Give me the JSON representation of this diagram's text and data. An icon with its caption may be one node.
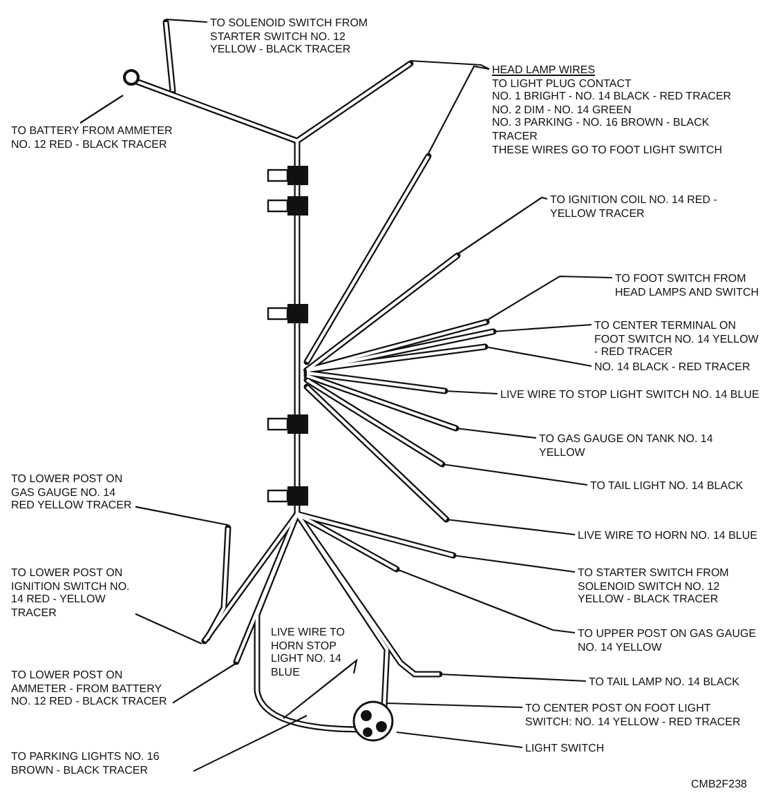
{
  "diagram": {
    "nodes": [
      {
        "text": [
          "TO SOLENOID SWITCH FROM STARTER SWITCH NO. 12 YELLOW - BLACK TRACER"
        ]
      },
      {
        "text": [
          "HEAD LAMP WIRES",
          "TO LIGHT PLUG CONTACT",
          "NO. 1 BRIGHT - NO. 14 BLACK - RED TRACER",
          "NO. 2 DIM - NO. 14 GREEN",
          "NO. 3 PARKING - NO. 16 BROWN - BLACK TRACER",
          "THESE WIRES GO TO FOOT LIGHT SWITCH"
        ]
      },
      {
        "text": [
          "TO BATTERY FROM AMMETER NO. 12 RED - BLACK TRACER"
        ]
      },
      {
        "text": [
          "TO IGNITION COIL NO. 14 RED - YELLOW TRACER"
        ]
      },
      {
        "text": [
          "TO FOOT SWITCH FROM HEAD LAMPS AND SWITCH"
        ]
      },
      {
        "text": [
          "TO CENTER TERMINAL ON FOOT SWITCH NO. 14 YELLOW - RED TRACER"
        ]
      },
      {
        "text": [
          "NO. 14 BLACK - RED TRACER"
        ]
      },
      {
        "text": [
          "LIVE WIRE TO STOP LIGHT SWITCH NO. 14 BLUE"
        ]
      },
      {
        "text": [
          "TO GAS GAUGE ON TANK NO. 14 YELLOW"
        ]
      },
      {
        "text": [
          "TO LOWER POST ON GAS GAUGE NO. 14 RED YELLOW TRACER"
        ]
      },
      {
        "text": [
          "TO TAIL LIGHT NO. 14 BLACK"
        ]
      },
      {
        "text": [
          "LIVE WIRE TO HORN NO. 14 BLUE"
        ]
      },
      {
        "text": [
          "TO LOWER POST ON IGNITION SWITCH NO. 14 RED - YELLOW TRACER"
        ]
      },
      {
        "text": [
          "TO STARTER SWITCH FROM SOLENOID SWITCH NO. 12 YELLOW - BLACK TRACER"
        ]
      },
      {
        "text": [
          "TO LOWER POST ON AMMETER - FROM BATTERY NO. 12 RED - BLACK TRACER"
        ]
      },
      {
        "text": [
          "TO UPPER POST ON GAS GAUGE NO. 14 YELLOW"
        ]
      },
      {
        "text": [
          "LIVE WIRE TO HORN STOP LIGHT NO. 14 BLUE"
        ]
      },
      {
        "text": [
          "TO TAIL LAMP NO. 14 BLACK"
        ]
      },
      {
        "text": [
          "TO CENTER POST ON FOOT LIGHT SWITCH: NO. 14 YELLOW - RED TRACER"
        ]
      },
      {
        "text": [
          "TO PARKING LIGHTS NO. 16 BROWN - BLACK TRACER"
        ]
      },
      {
        "text": [
          "LIGHT SWITCH"
        ]
      }
    ],
    "edges": [
      {
        "from": 0,
        "to": null,
        "arrow": "none"
      },
      {
        "from": 1,
        "to": null,
        "arrow": "none"
      },
      {
        "from": 1,
        "to": null,
        "arrow": "none"
      },
      {
        "from": 2,
        "to": null,
        "arrow": "none"
      },
      {
        "from": 3,
        "to": null,
        "arrow": "none"
      },
      {
        "from": 4,
        "to": null,
        "arrow": "none"
      },
      {
        "from": 5,
        "to": null,
        "arrow": "none"
      },
      {
        "from": 6,
        "to": null,
        "arrow": "none"
      },
      {
        "from": 7,
        "to": null,
        "arrow": "none"
      },
      {
        "from": 8,
        "to": null,
        "arrow": "none"
      },
      {
        "from": 9,
        "to": null,
        "arrow": "none"
      },
      {
        "from": 10,
        "to": null,
        "arrow": "none"
      },
      {
        "from": 11,
        "to": null,
        "arrow": "none"
      },
      {
        "from": 12,
        "to": null,
        "arrow": "none"
      },
      {
        "from": 13,
        "to": null,
        "arrow": "none"
      },
      {
        "from": 14,
        "to": null,
        "arrow": "none"
      },
      {
        "from": 15,
        "to": null,
        "arrow": "none"
      },
      {
        "from": 16,
        "to": null,
        "arrow": "none"
      },
      {
        "from": 17,
        "to": null,
        "arrow": "none"
      },
      {
        "from": 18,
        "to": null,
        "arrow": "none"
      },
      {
        "from": 19,
        "to": null,
        "arrow": "none"
      },
      {
        "from": 20,
        "to": null,
        "arrow": "none"
      }
    ],
    "labels": [
      "CMB2F238"
    ]
  }
}
